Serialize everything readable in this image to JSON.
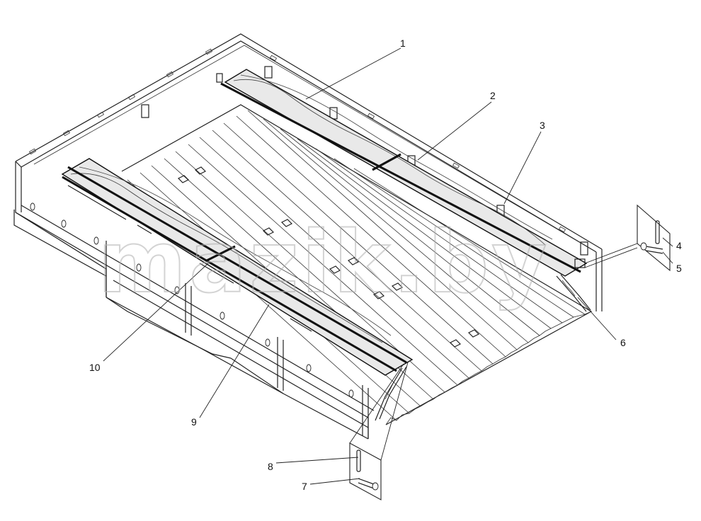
{
  "watermark": "mazik.by",
  "callouts": [
    {
      "id": "1",
      "text": "1"
    },
    {
      "id": "2",
      "text": "2"
    },
    {
      "id": "3",
      "text": "3"
    },
    {
      "id": "4",
      "text": "4"
    },
    {
      "id": "5",
      "text": "5"
    },
    {
      "id": "6",
      "text": "6"
    },
    {
      "id": "7",
      "text": "7"
    },
    {
      "id": "8",
      "text": "8"
    },
    {
      "id": "9",
      "text": "9"
    },
    {
      "id": "10",
      "text": "10"
    }
  ]
}
